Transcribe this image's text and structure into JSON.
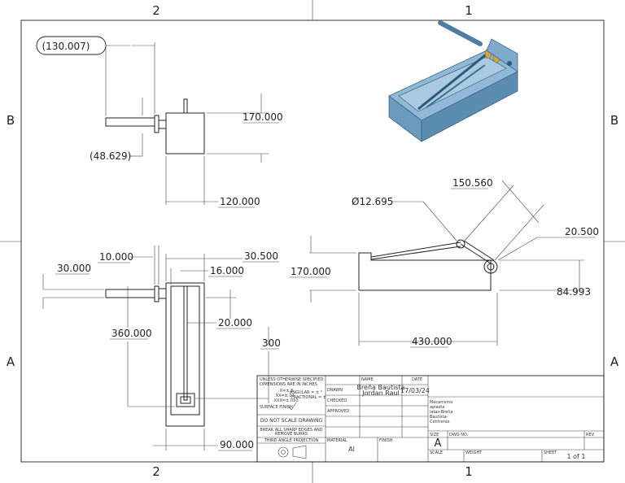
{
  "zones": {
    "col_left": "2",
    "col_right": "1",
    "row_upper": "B",
    "row_lower": "A"
  },
  "dimensions": {
    "top_ref_width": "(130.007)",
    "top_ref_offset": "(48.629)",
    "top_height": "170.000",
    "top_width": "120.000",
    "side_height": "170.000",
    "side_length": "430.000",
    "side_hole_dia": "Ø12.695",
    "side_link_len": "150.560",
    "side_right_offset": "20.500",
    "side_right_height": "84.993",
    "front_10": "10.000",
    "front_30_5": "30.500",
    "front_16": "16.000",
    "front_30": "30.000",
    "front_20": "20.000",
    "front_360": "360.000",
    "front_300": "300",
    "front_90": "90.000"
  },
  "title_block": {
    "unless_line1": "UNLESS OTHERWISE SPECIFIED:",
    "unless_line2": "DIMENSIONS ARE IN INCHES",
    "tol_1": ".X=±.8",
    ".": "",
    "tol_2": ".XX=±.03",
    "tol_3": ".XXX=±.010",
    "angular": "ANGULAR = ± °",
    "fractional": "FRACTIONAL = ±",
    "surface_finish": "SURFACE FINISH",
    "do_not_scale": "DO NOT SCALE DRAWING",
    "break_edges_1": "BREAK ALL SHARP EDGES AND",
    "break_edges_2": "REMOVE BURRS",
    "third_angle": "THIRD ANGLE PROJECTION",
    "name_header": "NAME",
    "date_header": "DATE",
    "drawn": "DRAWN",
    "checked": "CHECKED",
    "approved": "APPROVED",
    "drawn_name_1": "Breña Bautista",
    "drawn_name_2": "Jordan Raul",
    "drawn_date": "17/03/24",
    "title_1": "Mecanismo",
    "title_2": "aplasta",
    "title_3": "latas-Breña",
    "title_4": "Bautista-",
    "title_5": "Contreras",
    "material_label": "MATERIAL",
    "material_value": "Al",
    "finish_label": "FINISH",
    "size_label": "SIZE",
    "size_value": "A",
    "dwg_no_label": "DWG NO.",
    "rev_label": "REV",
    "scale_label": "SCALE",
    "weight_label": "WEIGHT",
    "sheet_label": "SHEET",
    "sheet_value": "1 of 1"
  }
}
